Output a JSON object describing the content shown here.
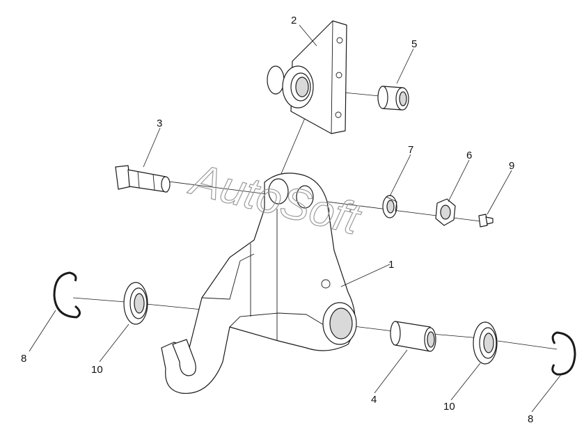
{
  "watermark": "AutoSoft",
  "callouts": [
    {
      "id": "c1",
      "text": "1"
    },
    {
      "id": "c2",
      "text": "2"
    },
    {
      "id": "c3",
      "text": "3"
    },
    {
      "id": "c4",
      "text": "4"
    },
    {
      "id": "c5",
      "text": "5"
    },
    {
      "id": "c6",
      "text": "6"
    },
    {
      "id": "c7",
      "text": "7"
    },
    {
      "id": "c8a",
      "text": "8"
    },
    {
      "id": "c8b",
      "text": "8"
    },
    {
      "id": "c9",
      "text": "9"
    },
    {
      "id": "c10a",
      "text": "10"
    },
    {
      "id": "c10b",
      "text": "10"
    }
  ]
}
